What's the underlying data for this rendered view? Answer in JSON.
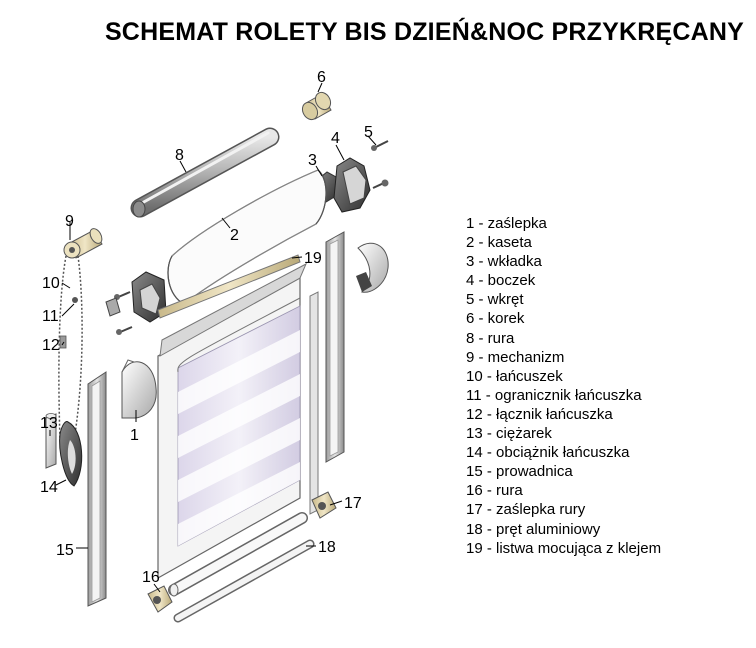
{
  "title": "SCHEMAT ROLETY BIS DZIEŃ&NOC PRZYKRĘCANY",
  "part_numbers": [
    "1",
    "2",
    "3",
    "4",
    "5",
    "6",
    "8",
    "9",
    "10",
    "11",
    "12",
    "13",
    "14",
    "15",
    "16",
    "17",
    "18",
    "19"
  ],
  "legend": [
    "1 - zaślepka",
    "2 - kaseta",
    "3 - wkładka",
    "4 - boczek",
    "5 - wkręt",
    "6 - korek",
    "8 - rura",
    "9 - mechanizm",
    "10 - łańcuszek",
    "11 - ogranicznik łańcuszka",
    "12 - łącznik łańcuszka",
    "13 - ciężarek",
    "14 - obciążnik łańcuszka",
    "15 - prowadnica",
    "16 - rura",
    "17 - zaślepka rury",
    "18 - pręt aluminiowy",
    "19 - listwa mocująca z klejem"
  ]
}
